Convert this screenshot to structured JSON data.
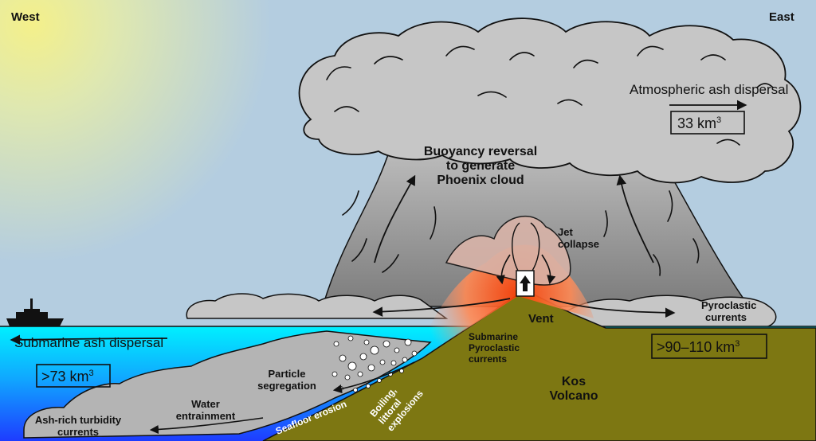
{
  "labels": {
    "west": "West",
    "east": "East",
    "atmospheric": "Atmospheric ash dispersal",
    "atmospheric_volume": "33 km",
    "atmospheric_volume_sup": "3",
    "buoyancy_1": "Buoyancy reversal",
    "buoyancy_2": "to generate",
    "buoyancy_3": "Phoenix cloud",
    "jet_1": "Jet",
    "jet_2": "collapse",
    "pyroclastic_1": "Pyroclastic",
    "pyroclastic_2": "currents",
    "vent": "Vent",
    "onshore_volume": ">90–110 km",
    "onshore_volume_sup": "3",
    "submarine_dispersal": "Submarine ash dispersal",
    "submarine_volume": ">73 km",
    "submarine_volume_sup": "3",
    "sub_pyro_1": "Submarine",
    "sub_pyro_2": "Pyroclastic",
    "sub_pyro_3": "currents",
    "kos_1": "Kos",
    "kos_2": "Volcano",
    "particle_1": "Particle",
    "particle_2": "segregation",
    "water_1": "Water",
    "water_2": "entrainment",
    "turbidity_1": "Ash-rich turbidity",
    "turbidity_2": "currents",
    "seafloor": "Seafloor erosion",
    "boiling_1": "Boiling,",
    "boiling_2": "littoral",
    "boiling_3": "explosions"
  },
  "colors": {
    "sky": "#b4cde0",
    "sun": "#f4f08a",
    "cloud_light": "#c9c9c9",
    "column": "#8f8f8f",
    "sea_top": "#00f0ff",
    "sea_bottom": "#1e3cff",
    "land": "#7d7712",
    "lava": "#ff4a00",
    "flow": "#b4b4b4"
  }
}
